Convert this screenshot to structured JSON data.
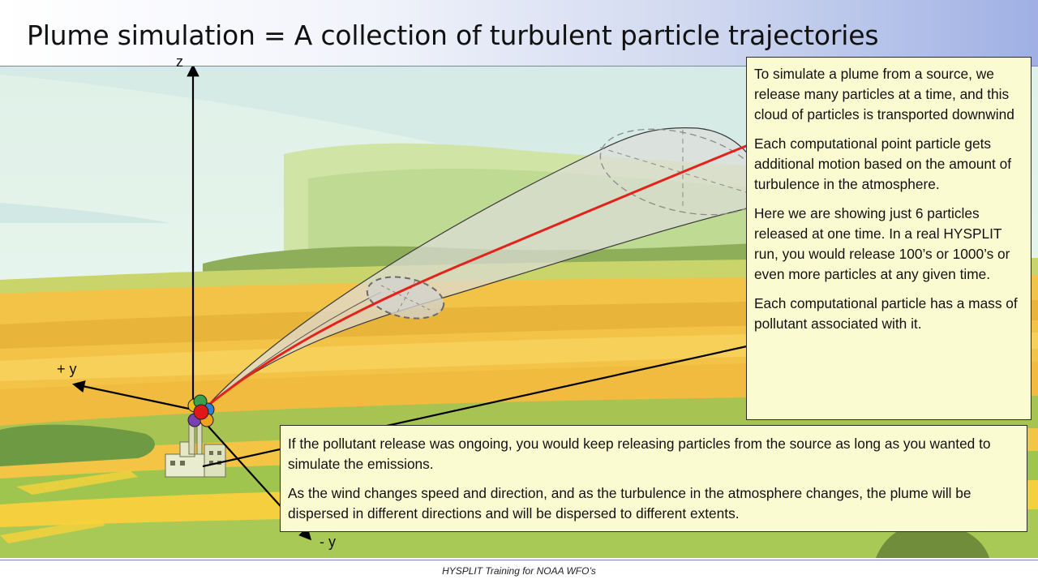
{
  "title": "Plume simulation = A collection of turbulent particle trajectories",
  "right_callout": {
    "paragraphs": [
      "To simulate a plume from a source, we release many particles at a time, and this cloud of particles is transported downwind",
      "Each computational point particle gets additional motion based on the amount of turbulence in the atmosphere.",
      "Here we are showing just 6 particles released at one time. In a real HYSPLIT run, you would release 100’s or 1000’s or even more particles at any given time.",
      "Each computational particle has a mass of pollutant associated with it."
    ]
  },
  "bottom_callout": {
    "paragraphs": [
      "If the pollutant release was ongoing, you would keep releasing particles from the source as long as you wanted to simulate the emissions.",
      "As the wind changes speed and direction, and as the turbulence in the atmosphere changes, the plume will be dispersed in different directions and will be dispersed to different extents."
    ]
  },
  "axes": {
    "z": "z",
    "plus_y": "+ y",
    "minus_y": "- y"
  },
  "particles": {
    "count": 6,
    "colors": [
      "#e8c21a",
      "#2f7fd8",
      "#3aa24a",
      "#7a3fb0",
      "#f2a020",
      "#e01818"
    ]
  },
  "colors": {
    "plume_centerline": "#e3231b",
    "callout_background": "#fbfbd2",
    "sky": "#e4f4ec",
    "field_yellow": "#f5c445",
    "field_green": "#9fc54e"
  },
  "footer": "HYSPLIT Training for NOAA WFO’s"
}
